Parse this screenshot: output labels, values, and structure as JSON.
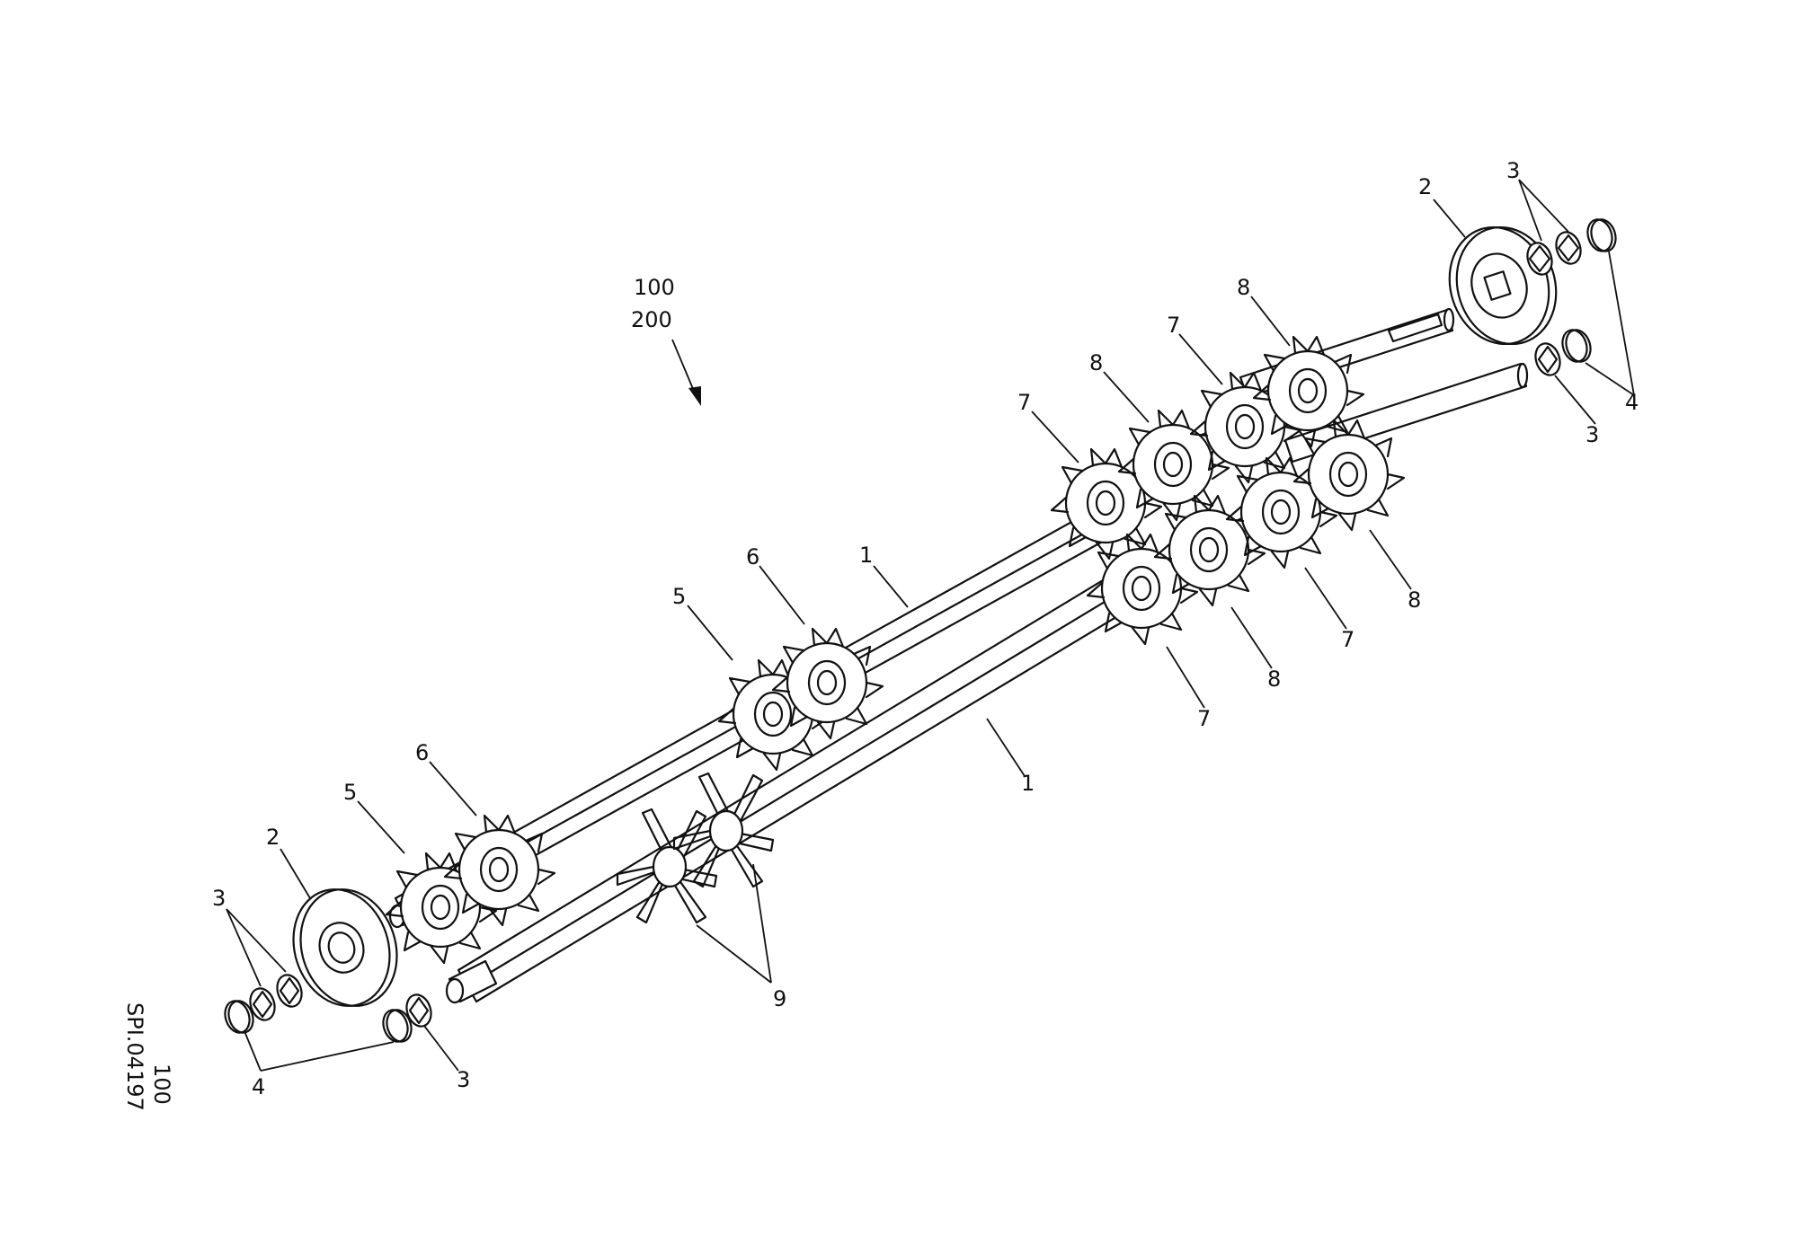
{
  "drawing": {
    "assembly_labels": [
      "100",
      "200"
    ],
    "sheet_code": "SPI.04197",
    "sheet_ref": "100",
    "callouts": [
      {
        "text": "1"
      },
      {
        "text": "1"
      },
      {
        "text": "2"
      },
      {
        "text": "2"
      },
      {
        "text": "3"
      },
      {
        "text": "3"
      },
      {
        "text": "3"
      },
      {
        "text": "3"
      },
      {
        "text": "4"
      },
      {
        "text": "4"
      },
      {
        "text": "5"
      },
      {
        "text": "5"
      },
      {
        "text": "6"
      },
      {
        "text": "6"
      },
      {
        "text": "7"
      },
      {
        "text": "7"
      },
      {
        "text": "7"
      },
      {
        "text": "7"
      },
      {
        "text": "8"
      },
      {
        "text": "8"
      },
      {
        "text": "8"
      },
      {
        "text": "8"
      },
      {
        "text": "9"
      }
    ]
  }
}
